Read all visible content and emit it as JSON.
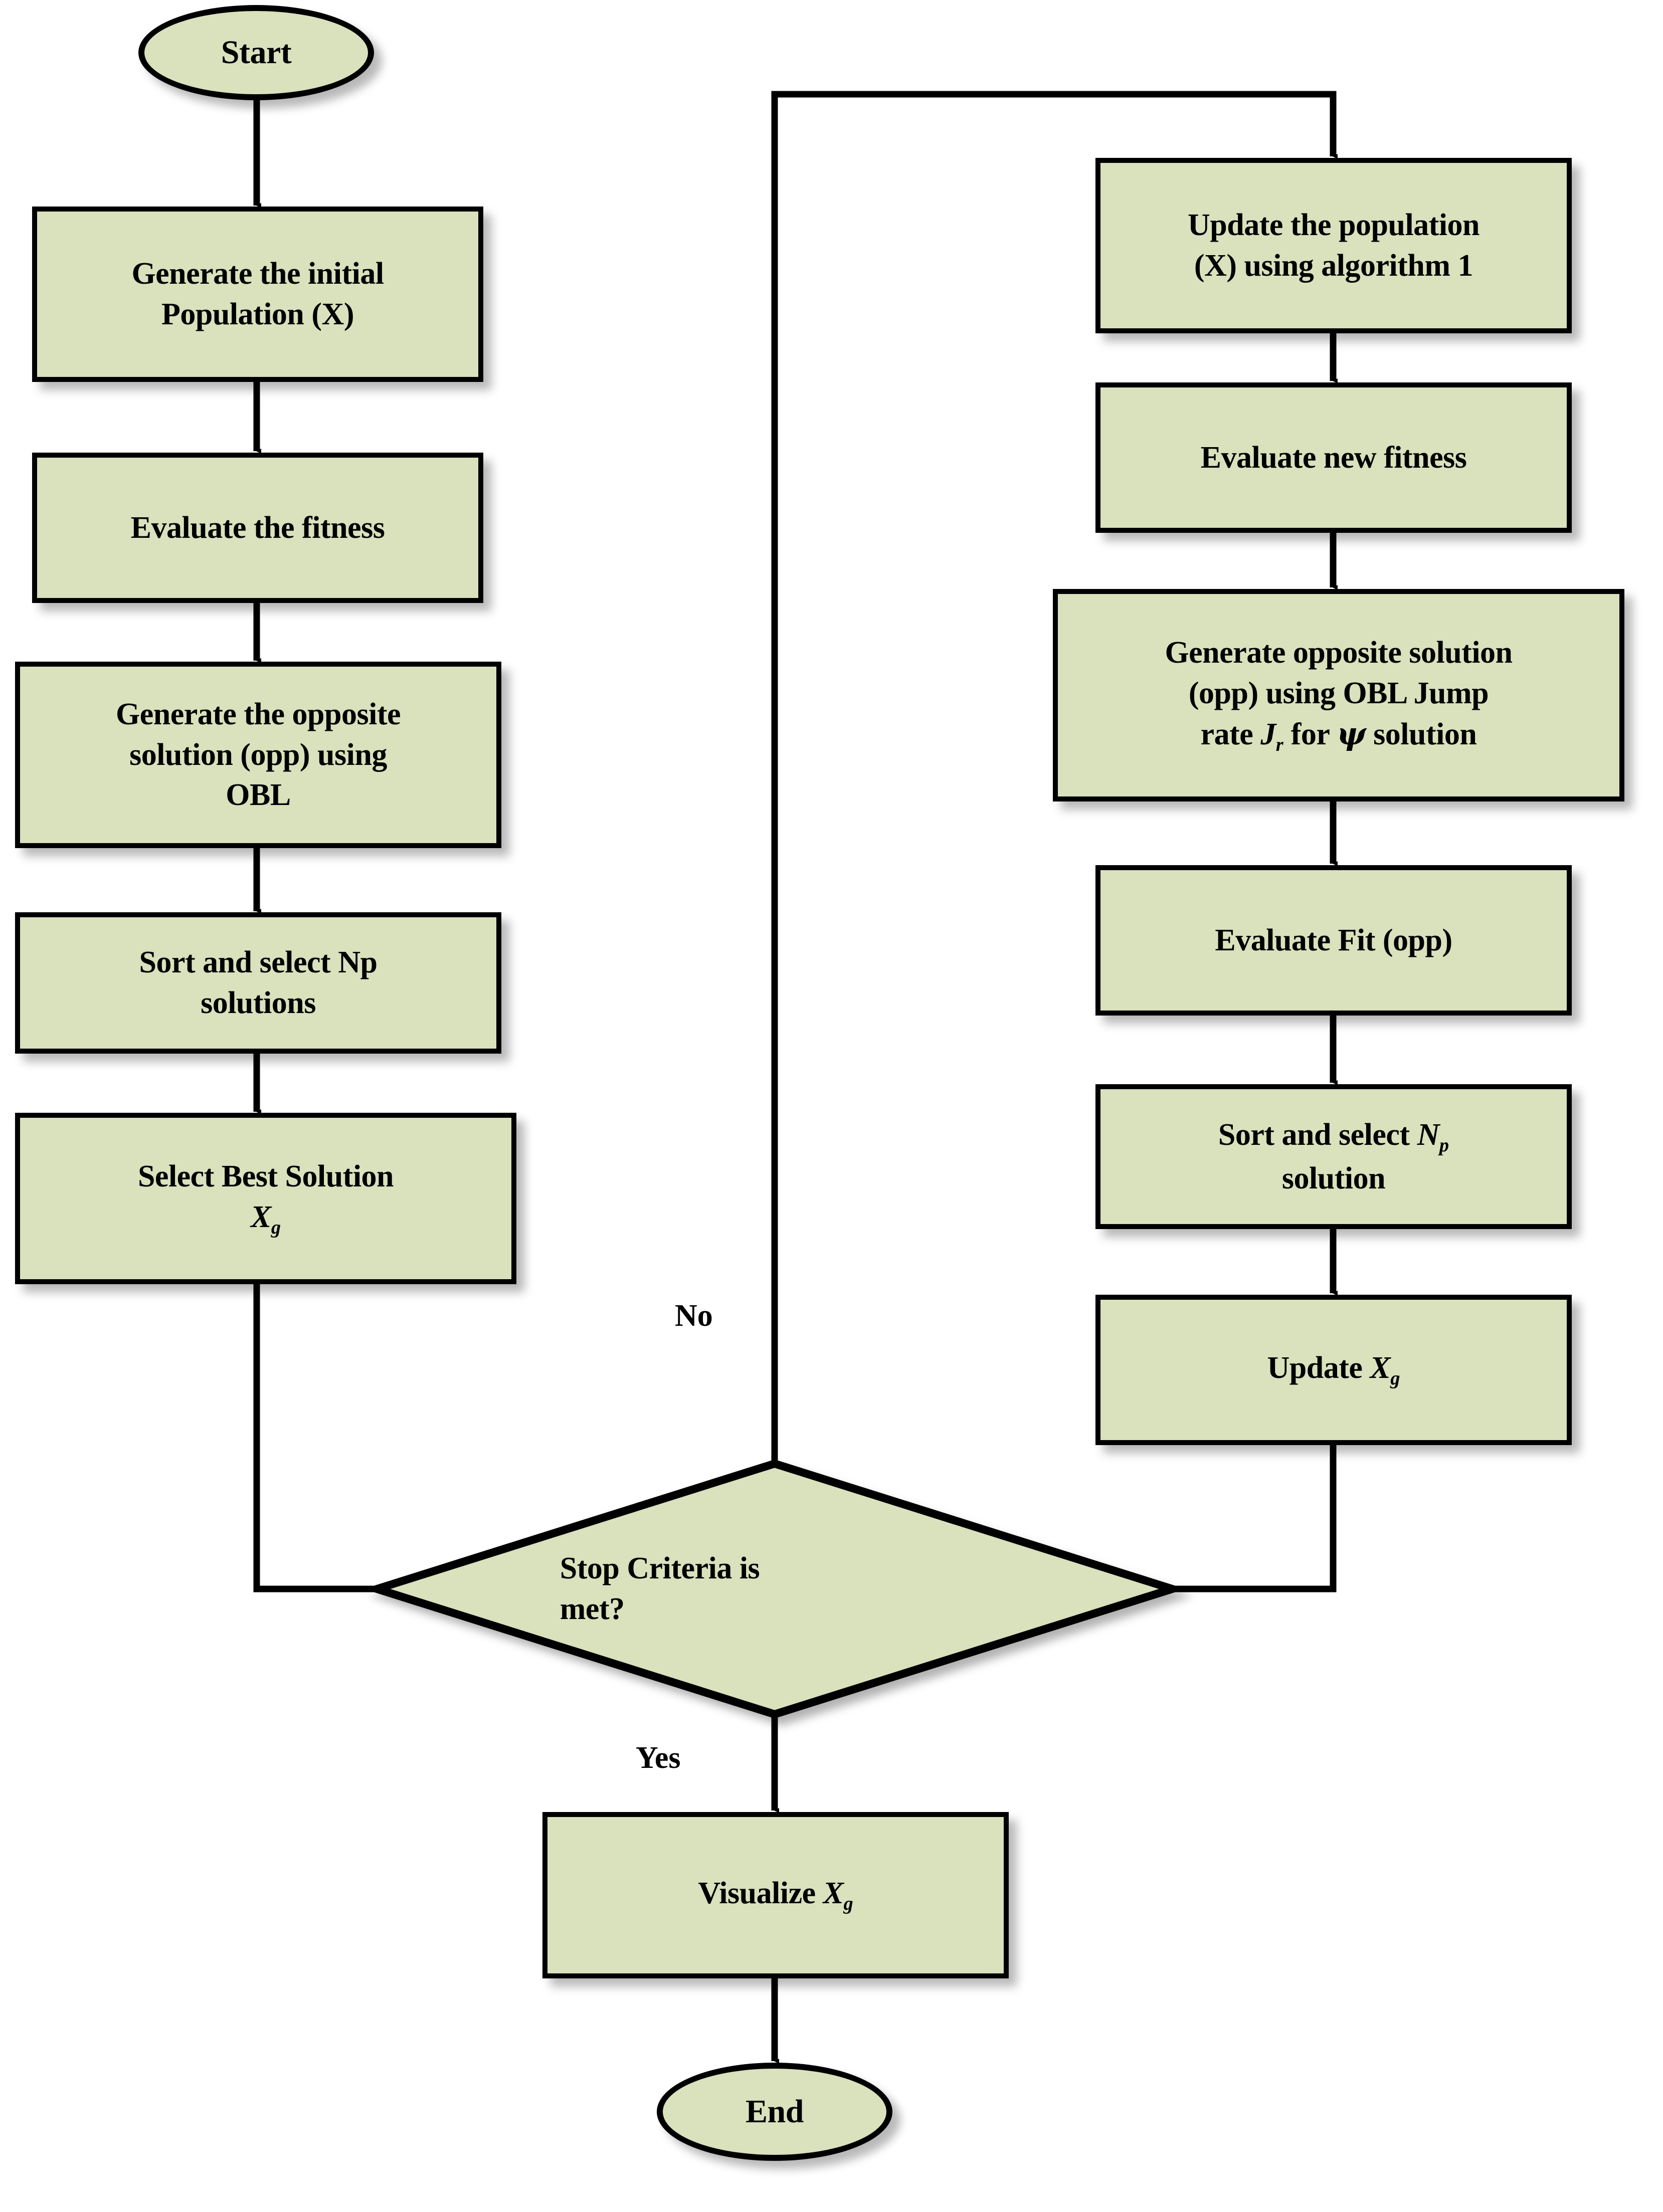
{
  "diagram": {
    "title": "Opposition-Based Learning metaheuristic optimization flowchart",
    "colors": {
      "node_fill": "#d9e1bd",
      "node_stroke": "#000000",
      "edge_stroke": "#000000",
      "background": "#ffffff",
      "text": "#000000"
    }
  },
  "nodes": {
    "start": {
      "label": "Start",
      "shape": "terminal"
    },
    "generate_initial_population": {
      "line1": "Generate the initial",
      "line2": "Population (X)",
      "shape": "process"
    },
    "evaluate_fitness": {
      "label": "Evaluate the fitness",
      "shape": "process"
    },
    "generate_opposite_obl": {
      "line1": "Generate the opposite",
      "line2": "solution (opp) using",
      "line3": "OBL",
      "shape": "process"
    },
    "sort_select_np": {
      "line1": "Sort and select Np",
      "line2": "solutions",
      "shape": "process"
    },
    "select_best_solution": {
      "line1": "Select Best Solution",
      "var": "X",
      "sub": "g",
      "shape": "process"
    },
    "update_population": {
      "line1": "Update the population",
      "line2": "(X) using algorithm 1",
      "shape": "process"
    },
    "evaluate_new_fitness": {
      "label": "Evaluate new fitness",
      "shape": "process"
    },
    "generate_opposite_jump": {
      "line1": "Generate opposite solution",
      "line2": "(opp) using OBL Jump",
      "line3_pre": "rate ",
      "line3_var": "J",
      "line3_sub": "r",
      "line3_mid": " for ",
      "line3_psi": "ψ",
      "line3_post": " solution",
      "shape": "process"
    },
    "evaluate_fit_opp": {
      "label": "Evaluate Fit (opp)",
      "shape": "process"
    },
    "sort_select_np_right": {
      "line1_pre": "Sort and select ",
      "line1_var": "N",
      "line1_sub": "p",
      "line2": "solution",
      "shape": "process"
    },
    "update_xg": {
      "pre": "Update ",
      "var": "X",
      "sub": "g",
      "shape": "process"
    },
    "stop_criteria": {
      "line1": "Stop Criteria is",
      "line2": "met?",
      "shape": "decision"
    },
    "visualize_xg": {
      "pre": "Visualize ",
      "var": "X",
      "sub": "g",
      "shape": "process"
    },
    "end": {
      "label": "End",
      "shape": "terminal"
    }
  },
  "edge_labels": {
    "no": "No",
    "yes": "Yes"
  }
}
